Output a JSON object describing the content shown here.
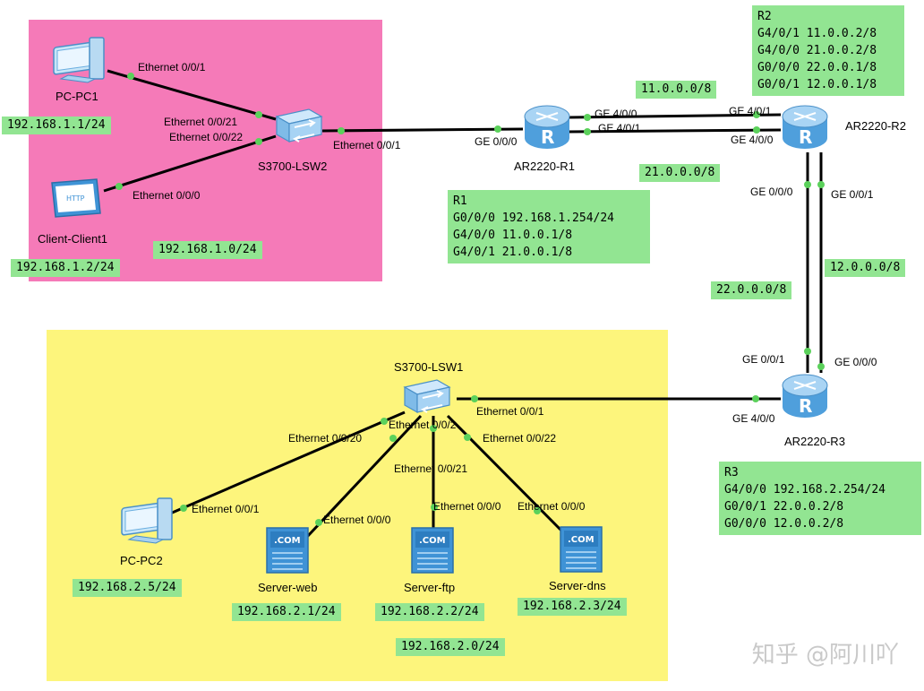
{
  "colors": {
    "area_top": "#f57ab8",
    "area_bottom": "#fdf57c",
    "ip_tag": "#92e592",
    "link": "#000000",
    "port_dot": "#5bd15b"
  },
  "devices": {
    "pc1": "PC-PC1",
    "client1": "Client-Client1",
    "lsw2": "S3700-LSW2",
    "r1": "AR2220-R1",
    "r2": "AR2220-R2",
    "r3": "AR2220-R3",
    "lsw1": "S3700-LSW1",
    "pc2": "PC-PC2",
    "web": "Server-web",
    "ftp": "Server-ftp",
    "dns": "Server-dns"
  },
  "icons": {
    "pc1": "pc-icon",
    "client1": "http-client-icon",
    "lsw2": "switch-icon",
    "r1": "router-icon",
    "r2": "router-icon",
    "r3": "router-icon",
    "lsw1": "switch-icon",
    "pc2": "pc-icon",
    "web": "server-icon",
    "ftp": "server-icon",
    "dns": "server-icon",
    "server_badge": ".COM",
    "http_badge": "HTTP"
  },
  "ports": {
    "pc1": "Ethernet 0/0/1",
    "lsw2_e21": "Ethernet 0/0/21",
    "lsw2_e22": "Ethernet 0/0/22",
    "client1": "Ethernet 0/0/0",
    "lsw2_e1": "Ethernet 0/0/1",
    "r1_g0": "GE 0/0/0",
    "r1_g40": "GE 4/0/0",
    "r1_g41": "GE 4/0/1",
    "r2_g41": "GE 4/0/1",
    "r2_g40": "GE 4/0/0",
    "r2_g000": "GE 0/0/0",
    "r2_g001": "GE 0/0/1",
    "r3_g001": "GE 0/0/1",
    "r3_g000": "GE 0/0/0",
    "r3_g40": "GE 4/0/0",
    "lsw1_e1": "Ethernet 0/0/1",
    "lsw1_e2": "Ethernet 0/0/2",
    "lsw1_e20": "Ethernet 0/0/20",
    "lsw1_e22": "Ethernet 0/0/22",
    "lsw1_e21": "Ethernet 0/0/21",
    "pc2": "Ethernet 0/0/1",
    "web": "Ethernet 0/0/0",
    "ftp": "Ethernet 0/0/0",
    "dns": "Ethernet 0/0/0"
  },
  "ips": {
    "pc1": "192.168.1.1/24",
    "client1": "192.168.1.2/24",
    "net1": "192.168.1.0/24",
    "link_11": "11.0.0.0/8",
    "link_21": "21.0.0.0/8",
    "link_22": "22.0.0.0/8",
    "link_12": "12.0.0.0/8",
    "pc2": "192.168.2.5/24",
    "web": "192.168.2.1/24",
    "ftp": "192.168.2.2/24",
    "dns": "192.168.2.3/24",
    "net2": "192.168.2.0/24"
  },
  "notes": {
    "r1": [
      "R1",
      "G0/0/0 192.168.1.254/24",
      "G4/0/0 11.0.0.1/8",
      "G4/0/1 21.0.0.1/8"
    ],
    "r2": [
      "R2",
      "G4/0/1 11.0.0.2/8",
      "G4/0/0 21.0.0.2/8",
      "G0/0/0 22.0.0.1/8",
      "G0/0/1 12.0.0.1/8"
    ],
    "r3": [
      "R3",
      "G4/0/0 192.168.2.254/24",
      "G0/0/1 22.0.0.2/8",
      "G0/0/0 12.0.0.2/8"
    ]
  },
  "watermark": "知乎 @阿川吖"
}
